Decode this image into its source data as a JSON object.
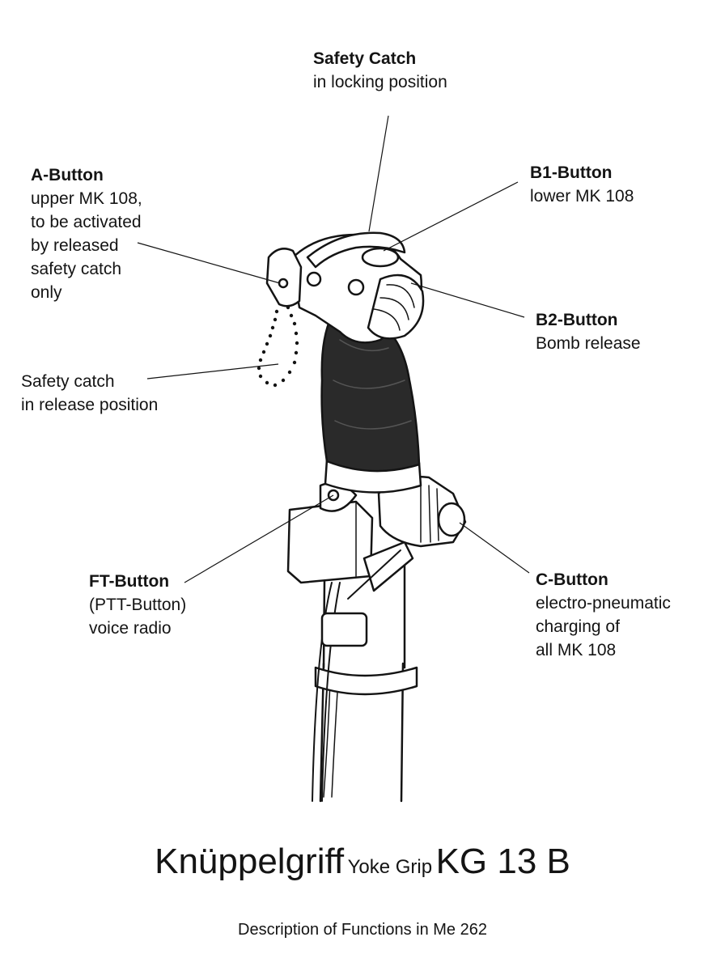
{
  "labels": {
    "safety_catch": {
      "title": "Safety Catch",
      "lines": [
        "in locking position"
      ]
    },
    "a_button": {
      "title": "A-Button",
      "lines": [
        "upper MK 108,",
        "to be activated",
        "by released",
        "safety catch",
        "only"
      ]
    },
    "b1_button": {
      "title": "B1-Button",
      "lines": [
        "lower MK 108"
      ]
    },
    "b2_button": {
      "title": "B2-Button",
      "lines": [
        "Bomb release"
      ]
    },
    "safety_release": {
      "lines": [
        "Safety catch",
        "in release position"
      ]
    },
    "ft_button": {
      "title": "FT-Button",
      "lines": [
        "(PTT-Button)",
        "voice radio"
      ]
    },
    "c_button": {
      "title": "C-Button",
      "lines": [
        "electro-pneumatic",
        "charging of",
        "all MK 108"
      ]
    }
  },
  "caption": {
    "name_de": "Knüppelgriff",
    "name_en": "Yoke Grip",
    "model": "KG 13 B",
    "subtitle": "Description of Functions in Me 262"
  },
  "colors": {
    "ink": "#141414",
    "grip": "#2a2a2a",
    "background": "#ffffff"
  }
}
